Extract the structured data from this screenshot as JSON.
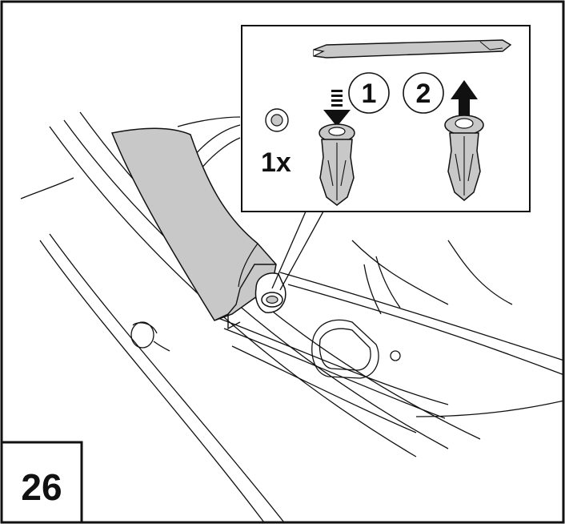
{
  "step": {
    "number": "26"
  },
  "detail": {
    "quantity": "1x",
    "steps": [
      {
        "number": "1",
        "direction": "down"
      },
      {
        "number": "2",
        "direction": "up"
      }
    ]
  },
  "colors": {
    "line": "#111111",
    "panel_fill": "#c8c8c8",
    "background": "#ffffff"
  },
  "icons": [
    "push-clip-icon",
    "trim-tool-icon",
    "arrow-down-icon",
    "arrow-up-icon",
    "clip-hole-icon"
  ]
}
